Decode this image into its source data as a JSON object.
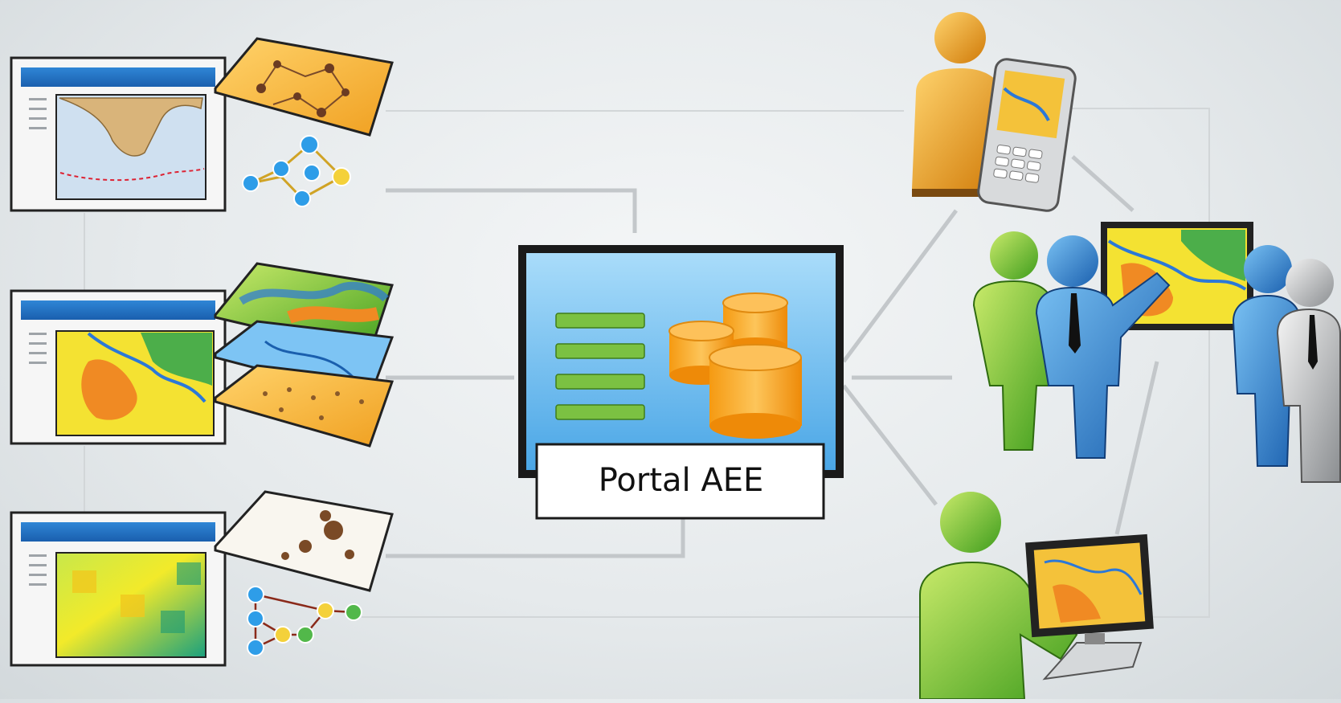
{
  "portal": {
    "label": "Portal AEE",
    "panel_color": "#69b7ea",
    "frame_color": "#1a1a1a",
    "list_color": "#7bc142",
    "db_color": "#f7a21b"
  },
  "left_items": [
    {
      "name": "vector-map-app",
      "icon": "window-icon",
      "accent": "#f3b84a"
    },
    {
      "name": "layered-raster-map-app",
      "icon": "window-icon",
      "accent": "#3b9be3"
    },
    {
      "name": "heatmap-app",
      "icon": "window-icon",
      "accent": "#2ca87a"
    }
  ],
  "right_items": [
    {
      "name": "mobile-user",
      "icon": "person-phone-icon",
      "color": "#f2a623"
    },
    {
      "name": "team-presentation",
      "icon": "group-presentation-icon",
      "color": "#2a6eb8"
    },
    {
      "name": "desktop-user",
      "icon": "person-computer-icon",
      "color": "#7ab72d"
    }
  ],
  "connector_color": "#bfc3c6"
}
